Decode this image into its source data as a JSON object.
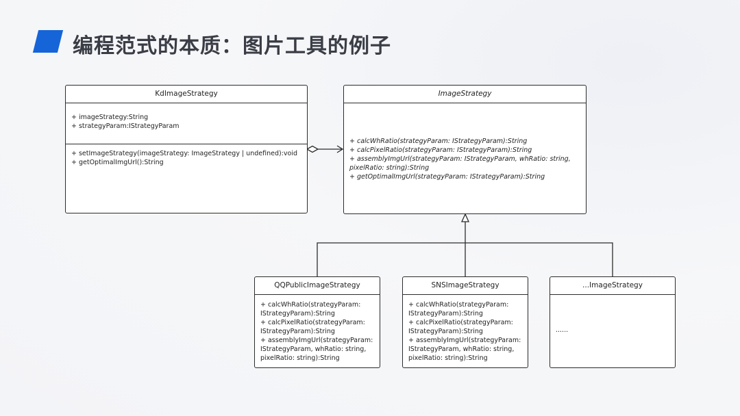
{
  "slide": {
    "title": "编程范式的本质：图片工具的例子"
  },
  "classes": {
    "kd": {
      "name": "KdImageStrategy",
      "attributes": [
        "+ imageStrategy:String",
        "+ strategyParam:IStrategyParam"
      ],
      "methods": [
        "+ setImageStrategy(imageStrategy: ImageStrategy | undefined):void",
        "+ getOptimalImgUrl():String"
      ]
    },
    "image_strategy": {
      "name": "ImageStrategy",
      "methods": [
        "+ calcWhRatio(strategyParam: IStrategyParam):String",
        "+ calcPixelRatio(strategyParam: IStrategyParam):String",
        "+ assemblyImgUrl(strategyParam: IStrategyParam, whRatio: string, pixelRatio: string):String",
        "+ getOptimalImgUrl(strategyParam: IStrategyParam):String"
      ]
    },
    "qq": {
      "name": "QQPublicImageStrategy",
      "methods": [
        "+ calcWhRatio(strategyParam: IStrategyParam):String",
        "+ calcPixelRatio(strategyParam: IStrategyParam):String",
        "+ assemblyImgUrl(strategyParam: IStrategyParam, whRatio: string, pixelRatio: string):String"
      ]
    },
    "sns": {
      "name": "SNSImageStrategy",
      "methods": [
        "+ calcWhRatio(strategyParam: IStrategyParam):String",
        "+ calcPixelRatio(strategyParam: IStrategyParam):String",
        "+ assemblyImgUrl(strategyParam: IStrategyParam, whRatio: string, pixelRatio: string):String"
      ]
    },
    "etc": {
      "name": "...ImageStrategy",
      "body": "......"
    }
  },
  "relations": [
    {
      "type": "aggregation",
      "from": "KdImageStrategy",
      "to": "ImageStrategy"
    },
    {
      "type": "inheritance",
      "from": "QQPublicImageStrategy",
      "to": "ImageStrategy"
    },
    {
      "type": "inheritance",
      "from": "SNSImageStrategy",
      "to": "ImageStrategy"
    },
    {
      "type": "inheritance",
      "from": "...ImageStrategy",
      "to": "ImageStrategy"
    }
  ],
  "colors": {
    "accent": "#1565d8",
    "title_text": "#3a3d45",
    "line": "#2b2b2b",
    "box_fill": "#ffffff",
    "background": "#f4f5f8"
  }
}
